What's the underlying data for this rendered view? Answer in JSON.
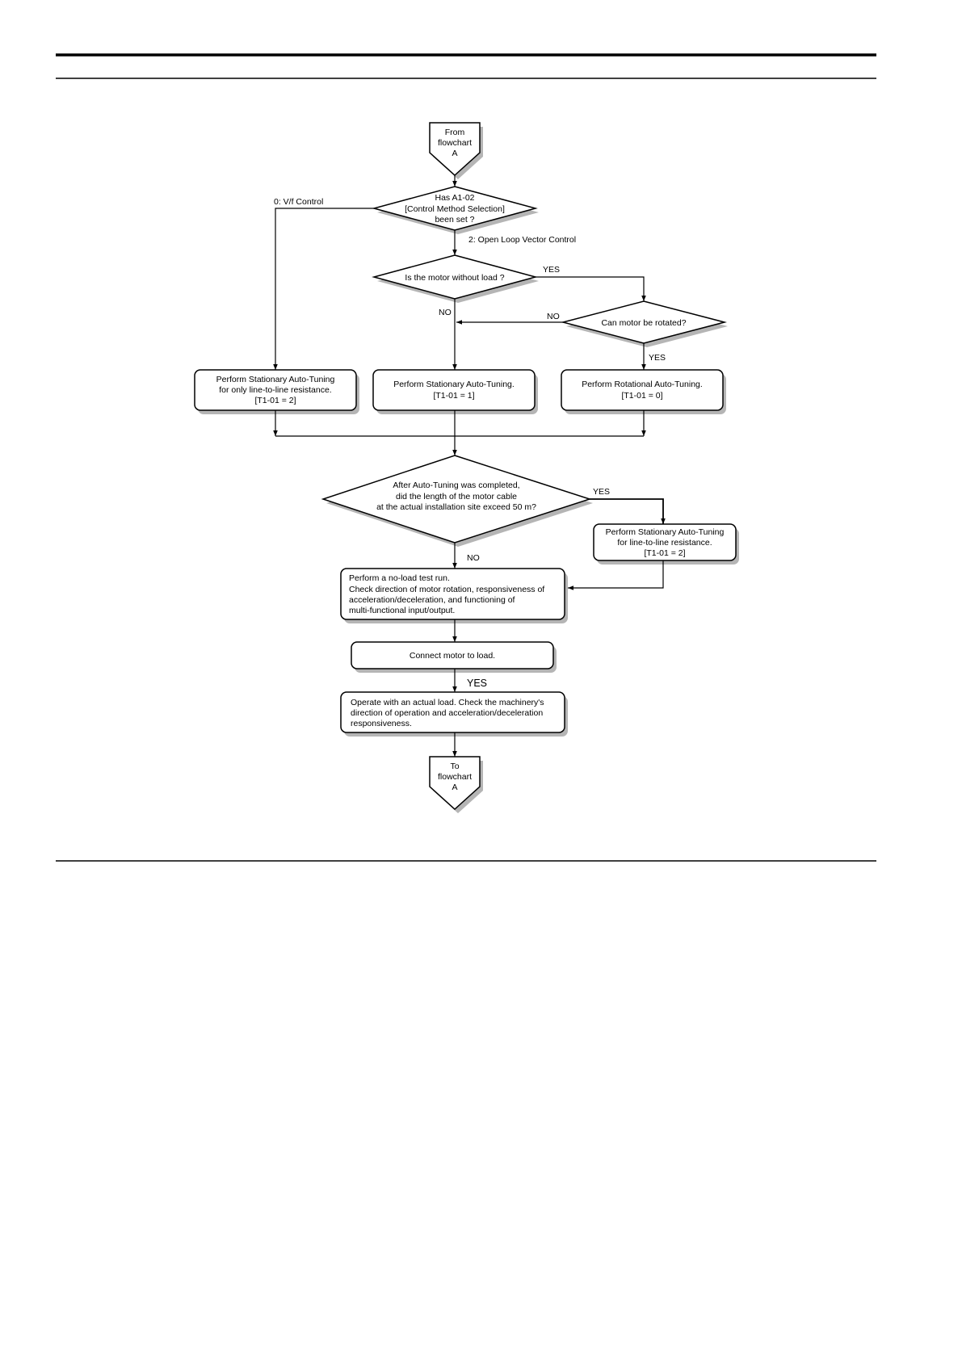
{
  "flowchart": {
    "start": {
      "lines": [
        "From",
        "flowchart",
        "A"
      ]
    },
    "end": {
      "lines": [
        "To",
        "flowchart",
        "A"
      ]
    },
    "decision_control_method": {
      "lines": [
        "Has A1-02",
        "[Control Method Selection]",
        "been set ?"
      ]
    },
    "decision_no_load": {
      "lines": [
        "Is the motor without load ?"
      ]
    },
    "decision_rotate": {
      "lines": [
        "Can motor be rotated?"
      ]
    },
    "decision_cable": {
      "lines": [
        "After Auto-Tuning was completed,",
        "did the length of the motor cable",
        "at the actual installation site exceed 50 m?"
      ]
    },
    "process_stationary_l2l": {
      "lines": [
        "Perform Stationary Auto-Tuning",
        "for only line-to-line resistance.",
        "[T1-01 = 2]"
      ]
    },
    "process_stationary": {
      "lines": [
        "Perform Stationary Auto-Tuning.",
        "[T1-01 = 1]"
      ]
    },
    "process_rotational": {
      "lines": [
        "Perform Rotational Auto-Tuning.",
        "[T1-01 = 0]"
      ]
    },
    "process_stationary_cable": {
      "lines": [
        "Perform Stationary Auto-Tuning",
        "for line-to-line resistance.",
        "[T1-01 = 2]"
      ]
    },
    "process_no_load_test": {
      "lines": [
        "Perform a no-load test run.",
        "Check direction of motor rotation, responsiveness of",
        "acceleration/deceleration, and functioning of",
        "multi-functional input/output."
      ]
    },
    "process_connect": {
      "lines": [
        "Connect motor to load."
      ]
    },
    "process_operate": {
      "lines": [
        "Operate with an actual load. Check the machinery's",
        "direction of operation and acceleration/deceleration",
        "responsiveness."
      ]
    },
    "labels": {
      "vf_control": "0: V/f Control",
      "olv_control": "2: Open Loop Vector Control",
      "no_load_yes": "YES",
      "no_load_no": "NO",
      "rotate_no": "NO",
      "rotate_yes": "YES",
      "cable_yes": "YES",
      "cable_no": "NO",
      "connect_yes": "YES"
    }
  }
}
